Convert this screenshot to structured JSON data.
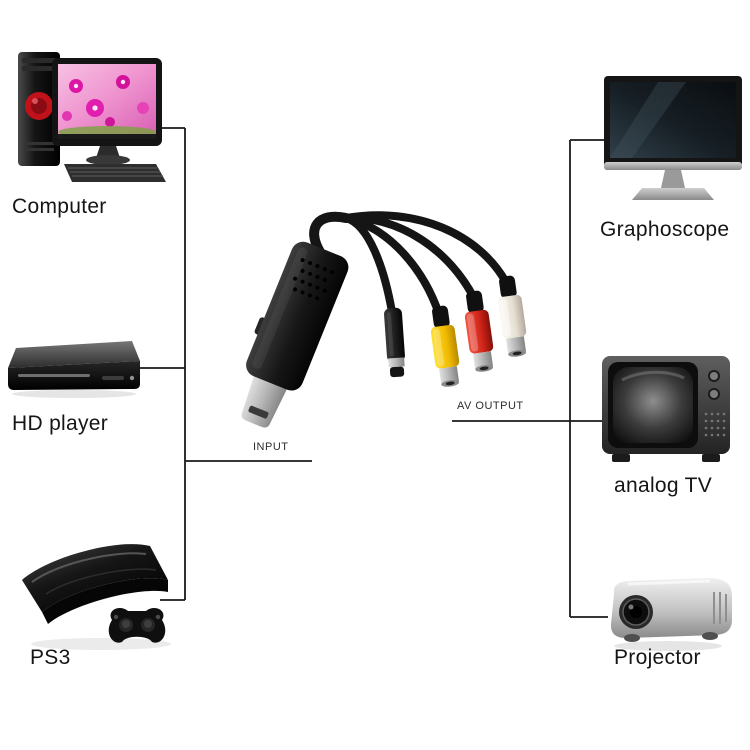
{
  "page": {
    "background": "#ffffff",
    "line_color": "#1a1a1a",
    "text_color": "#151515"
  },
  "adapter": {
    "id": "hdmi-to-av-adapter",
    "input_label": "INPUT",
    "output_label": "AV OUTPUT",
    "connectors": [
      {
        "id": "power-barrel",
        "color": "#161616"
      },
      {
        "id": "video-rca",
        "color": "#f0b900"
      },
      {
        "id": "audio-right-rca",
        "color": "#cf2318"
      },
      {
        "id": "audio-left-rca",
        "color": "#e5ded2"
      }
    ]
  },
  "left_devices": [
    {
      "id": "computer",
      "label": "Computer"
    },
    {
      "id": "hd-player",
      "label": "HD player"
    },
    {
      "id": "ps3",
      "label": "PS3"
    }
  ],
  "right_devices": [
    {
      "id": "graphoscope",
      "label": "Graphoscope"
    },
    {
      "id": "analog-tv",
      "label": "analog TV"
    },
    {
      "id": "projector",
      "label": "Projector"
    }
  ]
}
